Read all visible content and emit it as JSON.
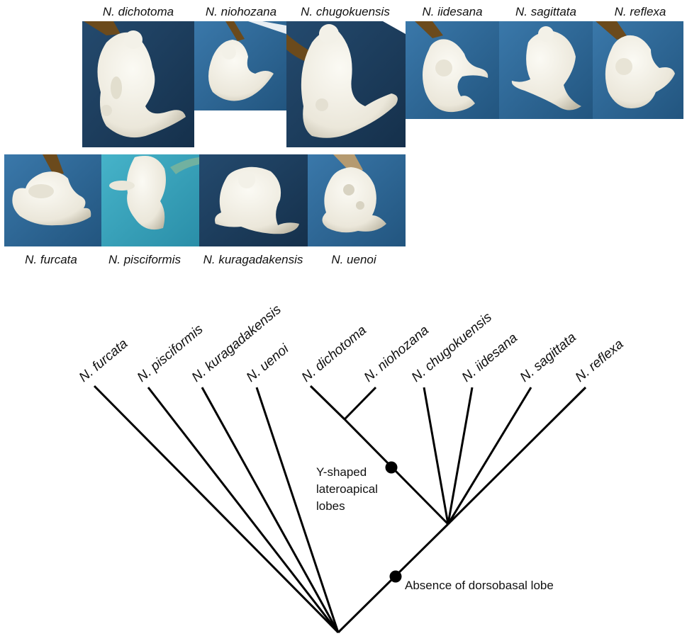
{
  "photo_panels": {
    "top_row": [
      {
        "label": "N. dichotoma"
      },
      {
        "label": "N. niohozana"
      },
      {
        "label": "N. chugokuensis"
      },
      {
        "label": "N. iidesana"
      },
      {
        "label": "N. sagittata"
      },
      {
        "label": "N. reflexa"
      }
    ],
    "bottom_row": [
      {
        "label": "N. furcata"
      },
      {
        "label": "N. pisciformis"
      },
      {
        "label": "N. kuragadakensis"
      },
      {
        "label": "N. uenoi"
      }
    ]
  },
  "tree": {
    "taxa": [
      "N. furcata",
      "N. pisciformis",
      "N. kuragadakensis",
      "N. uenoi",
      "N. dichotoma",
      "N. niohozana",
      "N. chugokuensis",
      "N. iidesana",
      "N. sagittata",
      "N. reflexa"
    ],
    "annotations": {
      "y_shaped": [
        "Y-shaped",
        "lateroapical",
        "lobes"
      ],
      "dorsobasal": "Absence of dorsobasal lobe"
    }
  },
  "colors": {
    "photo_bg_dark": "#1d3d5c",
    "photo_bg_blue": "#2d6a9c",
    "photo_bg_cyan": "#3ca5bd",
    "specimen": "#f1efe6",
    "specimen_shadow": "#c9c4b3",
    "antenna_brown": "#6b4a1c",
    "line": "#000000"
  }
}
